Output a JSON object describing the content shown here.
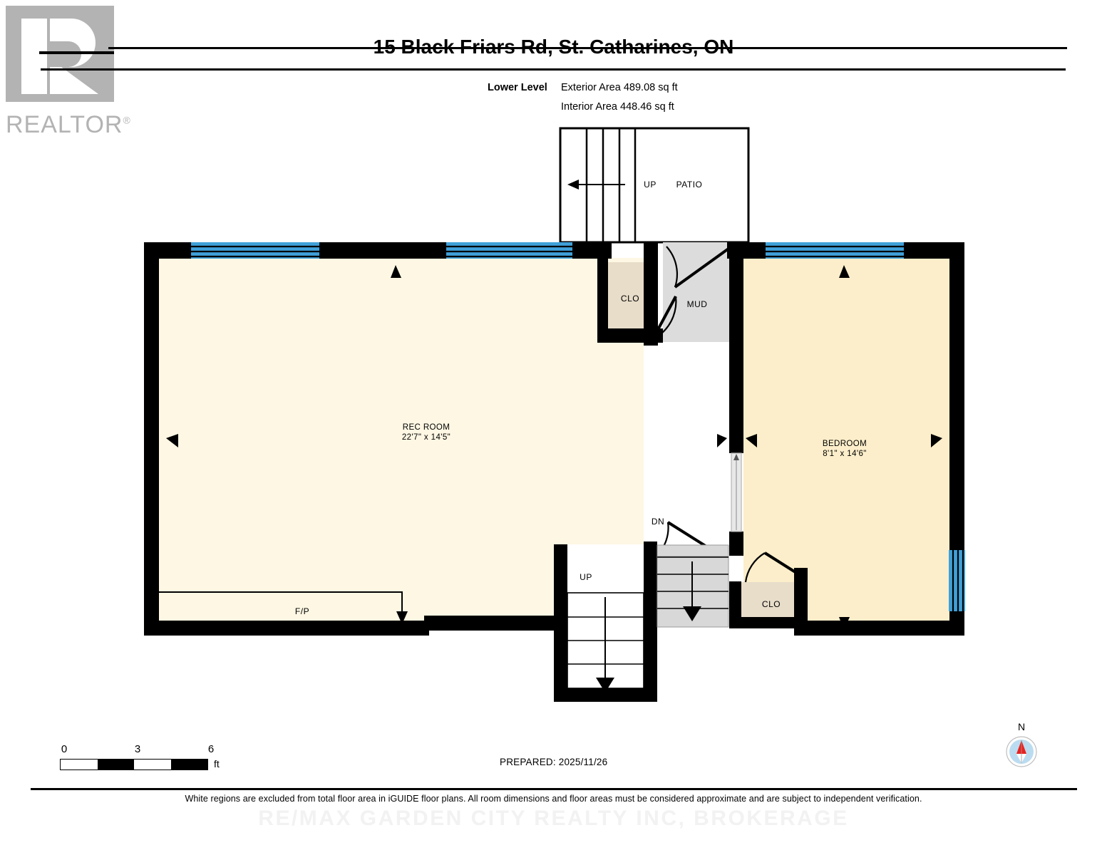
{
  "logo": {
    "mark_name": "realtor-r-mark",
    "word": "REALTOR",
    "registered": "®",
    "color": "#b3b3b3"
  },
  "header": {
    "title": "15 Black Friars Rd, St. Catharines, ON",
    "level_label": "Lower Level",
    "exterior_area": "Exterior Area 489.08 sq ft",
    "interior_area": "Interior Area 448.46 sq ft"
  },
  "floorplan": {
    "colors": {
      "wall": "#000000",
      "rec_room_floor": "#fdf7e3",
      "bedroom_floor": "#fceeca",
      "closet_floor": "#e8ddc9",
      "mud_floor": "#dcdcdc",
      "stair_fill": "#d8d8d8",
      "window_blue": "#3fa0d8",
      "opening_gray": "#d9d9d9",
      "white_excluded": "#ffffff"
    },
    "rooms": [
      {
        "name": "REC ROOM",
        "dimensions": "22'7\" x 14'5\""
      },
      {
        "name": "BEDROOM",
        "dimensions": "8'1\" x 14'6\""
      },
      {
        "name": "CLO",
        "dimensions": ""
      },
      {
        "name": "MUD",
        "dimensions": ""
      },
      {
        "name": "CLO",
        "dimensions": ""
      },
      {
        "name": "PATIO",
        "dimensions": ""
      }
    ],
    "markers": [
      {
        "label": "UP",
        "kind": "stair-direction"
      },
      {
        "label": "UP",
        "kind": "stair-direction"
      },
      {
        "label": "DN",
        "kind": "stair-direction"
      },
      {
        "label": "F/P",
        "kind": "fireplace"
      }
    ],
    "labels": {
      "rec_room": "REC ROOM",
      "rec_room_dim": "22'7\" x 14'5\"",
      "bedroom": "BEDROOM",
      "bedroom_dim": "8'1\" x 14'6\"",
      "clo_top": "CLO",
      "clo_bottom": "CLO",
      "mud": "MUD",
      "patio": "PATIO",
      "up_patio": "UP",
      "up_stair": "UP",
      "dn_stair": "DN",
      "fireplace": "F/P"
    }
  },
  "footer": {
    "scale_ticks": [
      "0",
      "3",
      "6"
    ],
    "scale_unit": "ft",
    "prepared": "PREPARED: 2025/11/26",
    "compass_label": "N",
    "disclaimer": "White regions are excluded from total floor area in iGUIDE floor plans. All room dimensions and floor areas must be considered approximate and are subject to independent verification.",
    "watermark": "RE/MAX  GARDEN  CITY  REALTY  INC,  BROKERAGE"
  }
}
